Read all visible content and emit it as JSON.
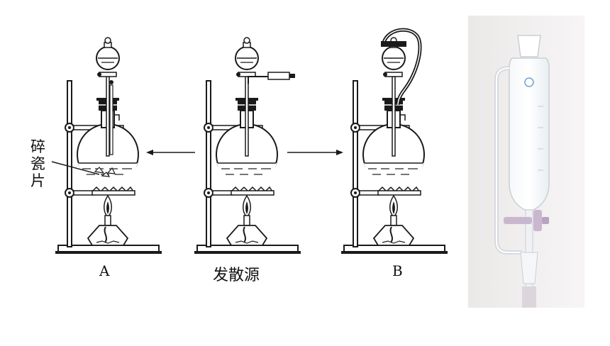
{
  "labels": {
    "left_apparatus": "A",
    "center_apparatus": "发散源",
    "right_apparatus": "B",
    "boiling_chips": "碎瓷片"
  },
  "colors": {
    "line": "#1a1a1a",
    "liquid": "#1a1a1a",
    "photo_bg": "#f1efef",
    "glass": "#e9eef2",
    "stopcock": "#c9b7cf"
  }
}
